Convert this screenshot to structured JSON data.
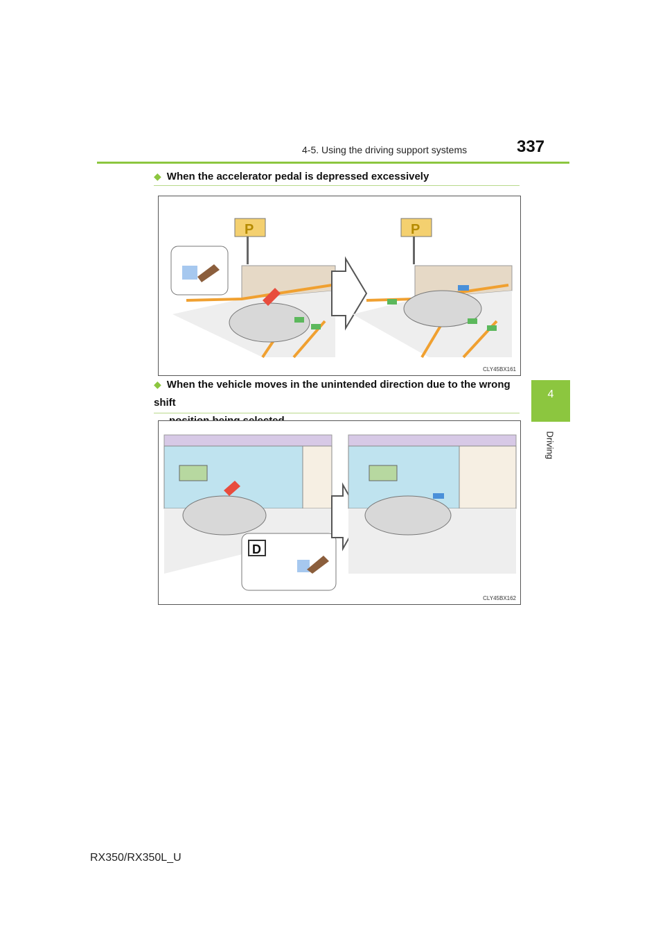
{
  "header": {
    "section_title": "4-5. Using the driving support systems",
    "page_number": "337",
    "accent_color": "#8cc63f"
  },
  "side_tab": {
    "chapter_number": "4",
    "chapter_label": "Driving"
  },
  "sections": [
    {
      "bullet_icon": "diamond-icon",
      "title": "When the accelerator pedal is depressed excessively",
      "figure_code": "CLY45BX161"
    },
    {
      "bullet_icon": "diamond-icon",
      "title_line1": "When the vehicle moves in the unintended direction due to the wrong shift",
      "title_line2": "position being selected",
      "figure_code": "CLY45BX162",
      "shift_label": "D"
    }
  ],
  "footer": {
    "model": "RX350/RX350L_U"
  }
}
